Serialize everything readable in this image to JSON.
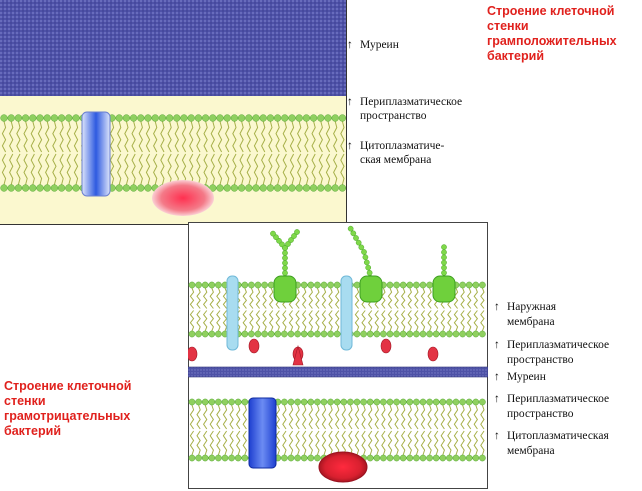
{
  "gram_positive": {
    "title_lines": [
      "Строение клеточной",
      "стенки",
      "грамположительных",
      "бактерий"
    ],
    "labels": {
      "murein": "Муреин",
      "periplasm_1": "Периплазматическое",
      "periplasm_2": "пространство",
      "membrane_1": "Цитоплазматиче-",
      "membrane_2": "ская мембрана"
    }
  },
  "gram_negative": {
    "title_lines": [
      "Строение клеточной",
      "стенки",
      "грамотрицательных",
      "бактерий"
    ],
    "labels": {
      "outer_1": "Наружная",
      "outer_2": "мембрана",
      "periplasm_top_1": "Периплазматическое",
      "periplasm_top_2": "пространство",
      "murein": "Муреин",
      "periplasm_bottom_1": "Периплазматическое",
      "periplasm_bottom_2": "пространство",
      "membrane_1": "Цитоплазматическая",
      "membrane_2": "мембрана"
    }
  },
  "colors": {
    "title": "#e0211d",
    "murein_fill": "#4f52a8",
    "periplasm_fill": "#fbf8cf",
    "lipid_head": "#8fd05f",
    "lipid_tail": "#a7b04a",
    "protein_blue": "#2255dd",
    "protein_red": "#e33344",
    "sugar_green": "#6fd03c",
    "porin_blue": "#a8dcf0"
  }
}
